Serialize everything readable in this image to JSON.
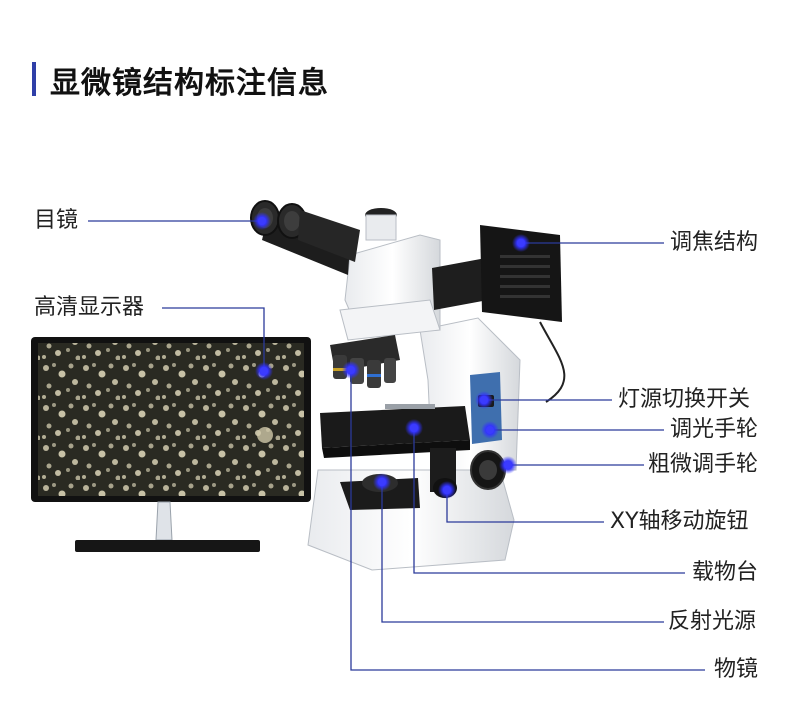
{
  "title": "显微镜结构标注信息",
  "labels": {
    "eyepiece": "目镜",
    "hd_display": "高清显示器",
    "focus_structure": "调焦结构",
    "light_switch": "灯源切换开关",
    "light_wheel": "调光手轮",
    "coarse_fine_wheel": "粗微调手轮",
    "xy_knob": "XY轴移动旋钮",
    "stage": "载物台",
    "reflect_light": "反射光源",
    "objective": "物镜"
  },
  "colors": {
    "accent": "#2f3fa8",
    "leader_line": "#2b3a9a",
    "dot": "#3b3bff"
  }
}
